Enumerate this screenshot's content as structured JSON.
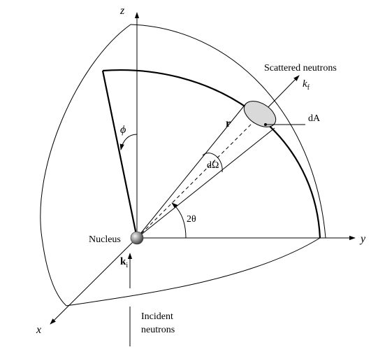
{
  "axes": {
    "z": "z",
    "y": "y",
    "x": "x"
  },
  "labels": {
    "scattered": "Scattered neutrons",
    "kf": "k",
    "kf_sub": "f",
    "dA": "dA",
    "r": "r",
    "phi": "ϕ",
    "dOmega": "dΩ",
    "two_theta": "2θ",
    "nucleus": "Nucleus",
    "ki": "k",
    "ki_sub": "i",
    "incident_line1": "Incident",
    "incident_line2": "neutrons"
  },
  "colors": {
    "stroke": "#000000",
    "ellipse_fill": "#d9d9d9",
    "sphere": "#8a8a8a"
  }
}
